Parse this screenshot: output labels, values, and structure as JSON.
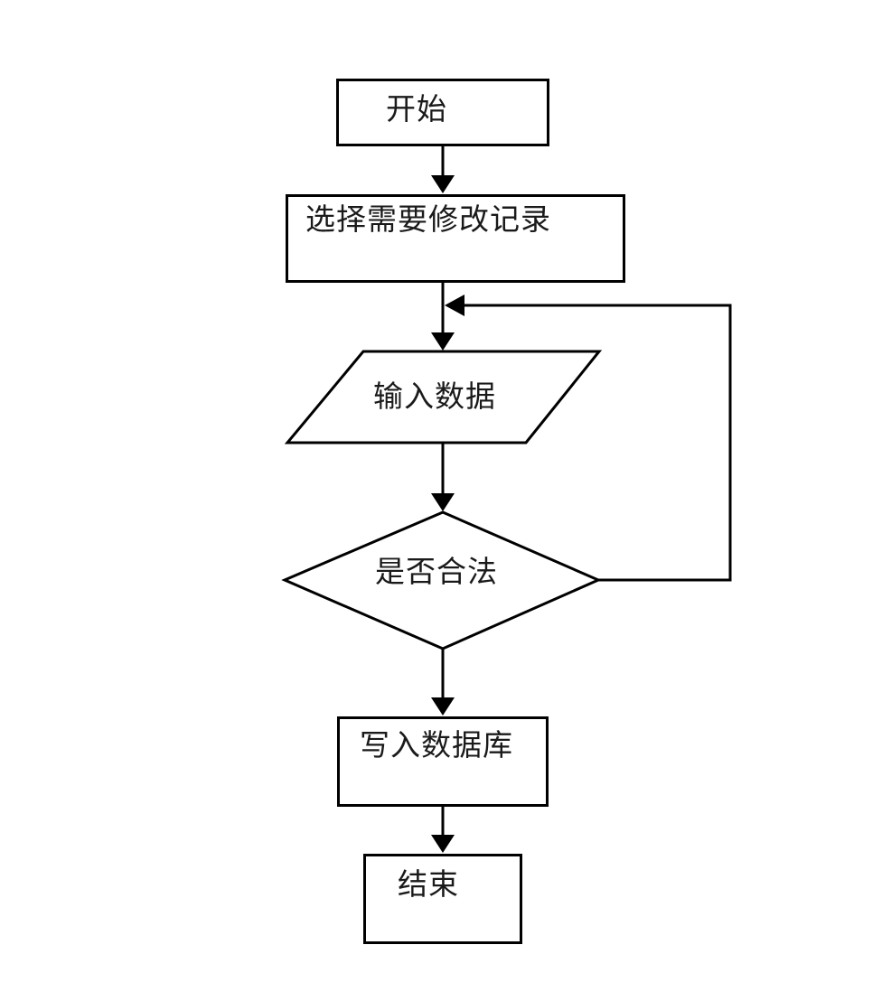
{
  "flowchart": {
    "type": "flowchart",
    "nodes": {
      "start": {
        "id": "start",
        "shape": "rectangle",
        "label": "开始"
      },
      "select": {
        "id": "select",
        "shape": "rectangle",
        "label": "选择需要修改记录"
      },
      "input": {
        "id": "input",
        "shape": "parallelogram",
        "label": "输入数据"
      },
      "decision": {
        "id": "decision",
        "shape": "diamond",
        "label": "是否合法"
      },
      "write": {
        "id": "write",
        "shape": "rectangle",
        "label": "写入数据库"
      },
      "end": {
        "id": "end",
        "shape": "rectangle",
        "label": "结束"
      }
    },
    "edges": [
      {
        "from": "start",
        "to": "select",
        "label": ""
      },
      {
        "from": "select",
        "to": "input",
        "label": ""
      },
      {
        "from": "input",
        "to": "decision",
        "label": ""
      },
      {
        "from": "decision",
        "to": "write",
        "label": ""
      },
      {
        "from": "decision",
        "to": "input",
        "label": "",
        "kind": "feedback-loop"
      },
      {
        "from": "write",
        "to": "end",
        "label": ""
      }
    ],
    "colors": {
      "stroke": "#000000",
      "node_fill": "#ffffff",
      "text": "#1a1a1a",
      "background": "#ffffff"
    }
  }
}
